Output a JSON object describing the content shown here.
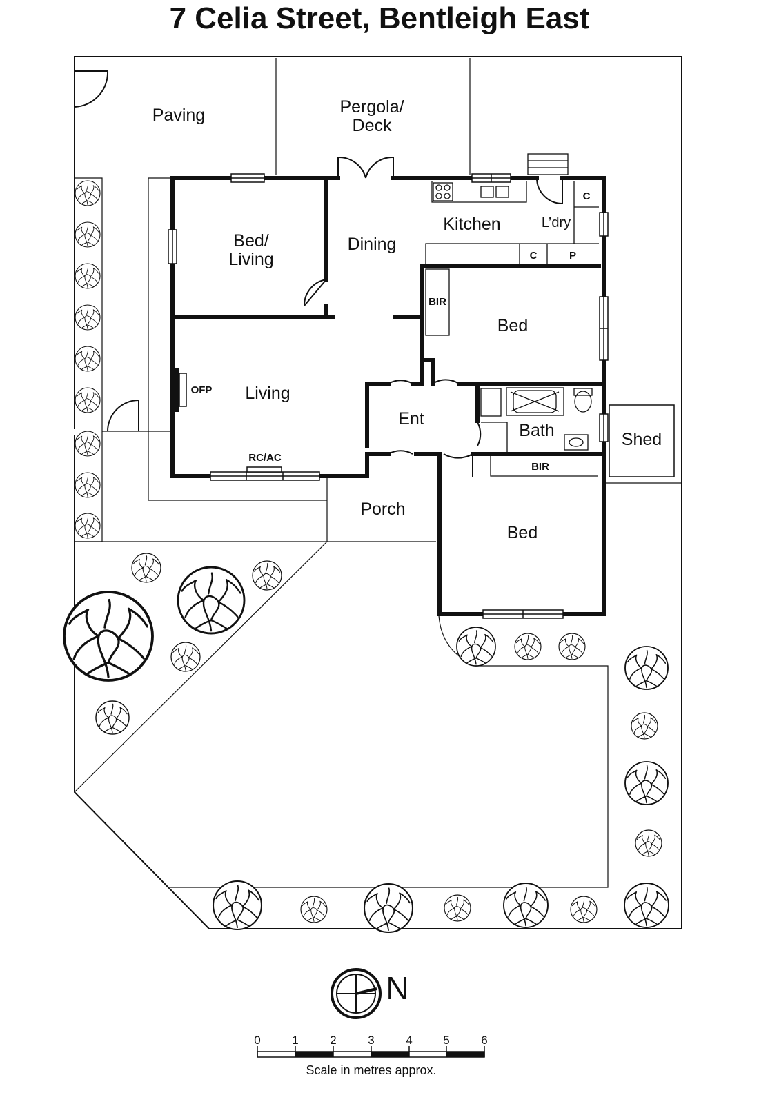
{
  "title": "7 Celia Street, Bentleigh East",
  "rooms": {
    "paving": "Paving",
    "pergola_line1": "Pergola/",
    "pergola_line2": "Deck",
    "kitchen": "Kitchen",
    "laundry": "L’dry",
    "dining": "Dining",
    "bed_living_line1": "Bed/",
    "bed_living_line2": "Living",
    "bed1": "Bed",
    "living": "Living",
    "entry": "Ent",
    "bath": "Bath",
    "shed": "Shed",
    "porch": "Porch",
    "bed2": "Bed"
  },
  "fixtures": {
    "cupboard_laundry": "C",
    "cupboard_kitchen": "C",
    "pantry": "P",
    "bir_bed1": "BIR",
    "bir_bed2": "BIR",
    "fireplace": "OFP",
    "heating_cooling": "RC/AC"
  },
  "compass": {
    "label": "N",
    "icon": "north-compass-icon"
  },
  "scale": {
    "ticks": [
      "0",
      "1",
      "2",
      "3",
      "4",
      "5",
      "6"
    ],
    "caption": "Scale in metres approx."
  }
}
